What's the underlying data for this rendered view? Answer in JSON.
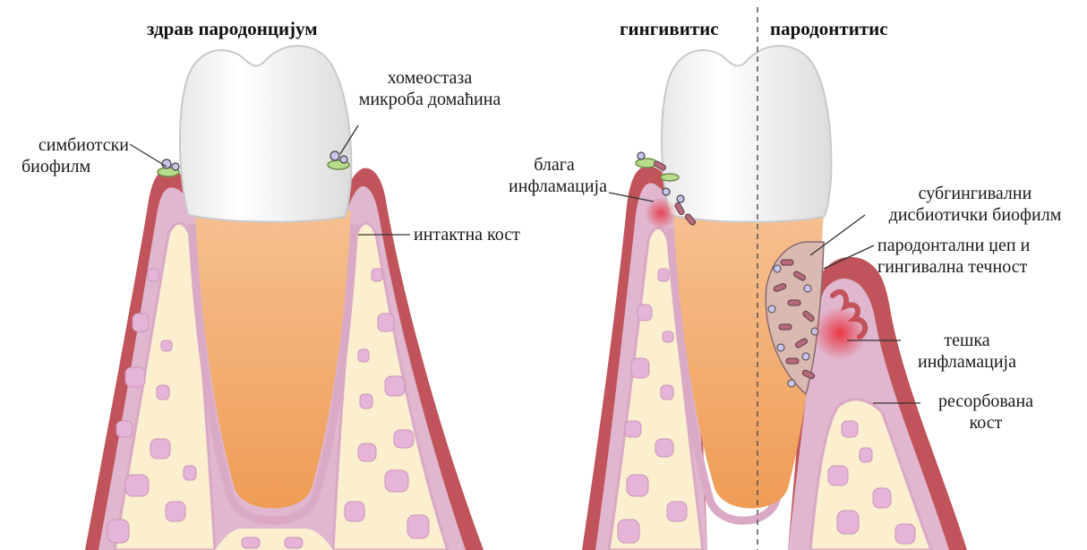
{
  "titles": {
    "healthy": "здрав пародонцијум",
    "gingivitis": "гингивитис",
    "periodontitis": "пародонтитис"
  },
  "labels": {
    "symbiotic_biofilm": [
      "симбиотски",
      "биофилм"
    ],
    "host_microbe_homeostasis": [
      "хомеостаза",
      "микроба домаћина"
    ],
    "intact_bone": "интактна кост",
    "mild_inflammation": [
      "блага",
      "инфламација"
    ],
    "subgingival_biofilm": [
      "субгингивални",
      "дисбиотички биофилм"
    ],
    "pocket_and_fluid": [
      "пародонтални џеп и",
      "гингивална течност"
    ],
    "severe_inflammation": [
      "тешка",
      "инфламација"
    ],
    "resorbed_bone": [
      "ресорбована",
      "кост"
    ]
  },
  "colors": {
    "enamel": "#f4f4f4",
    "dentin": "#f3a869",
    "gingiva": "#c0545a",
    "bone_border": "#e0b7cf",
    "bone": "#fbefcf",
    "marrow": "#e6b4d8",
    "bacteria": "#a06a8a",
    "inflammation": "#e8303c"
  }
}
